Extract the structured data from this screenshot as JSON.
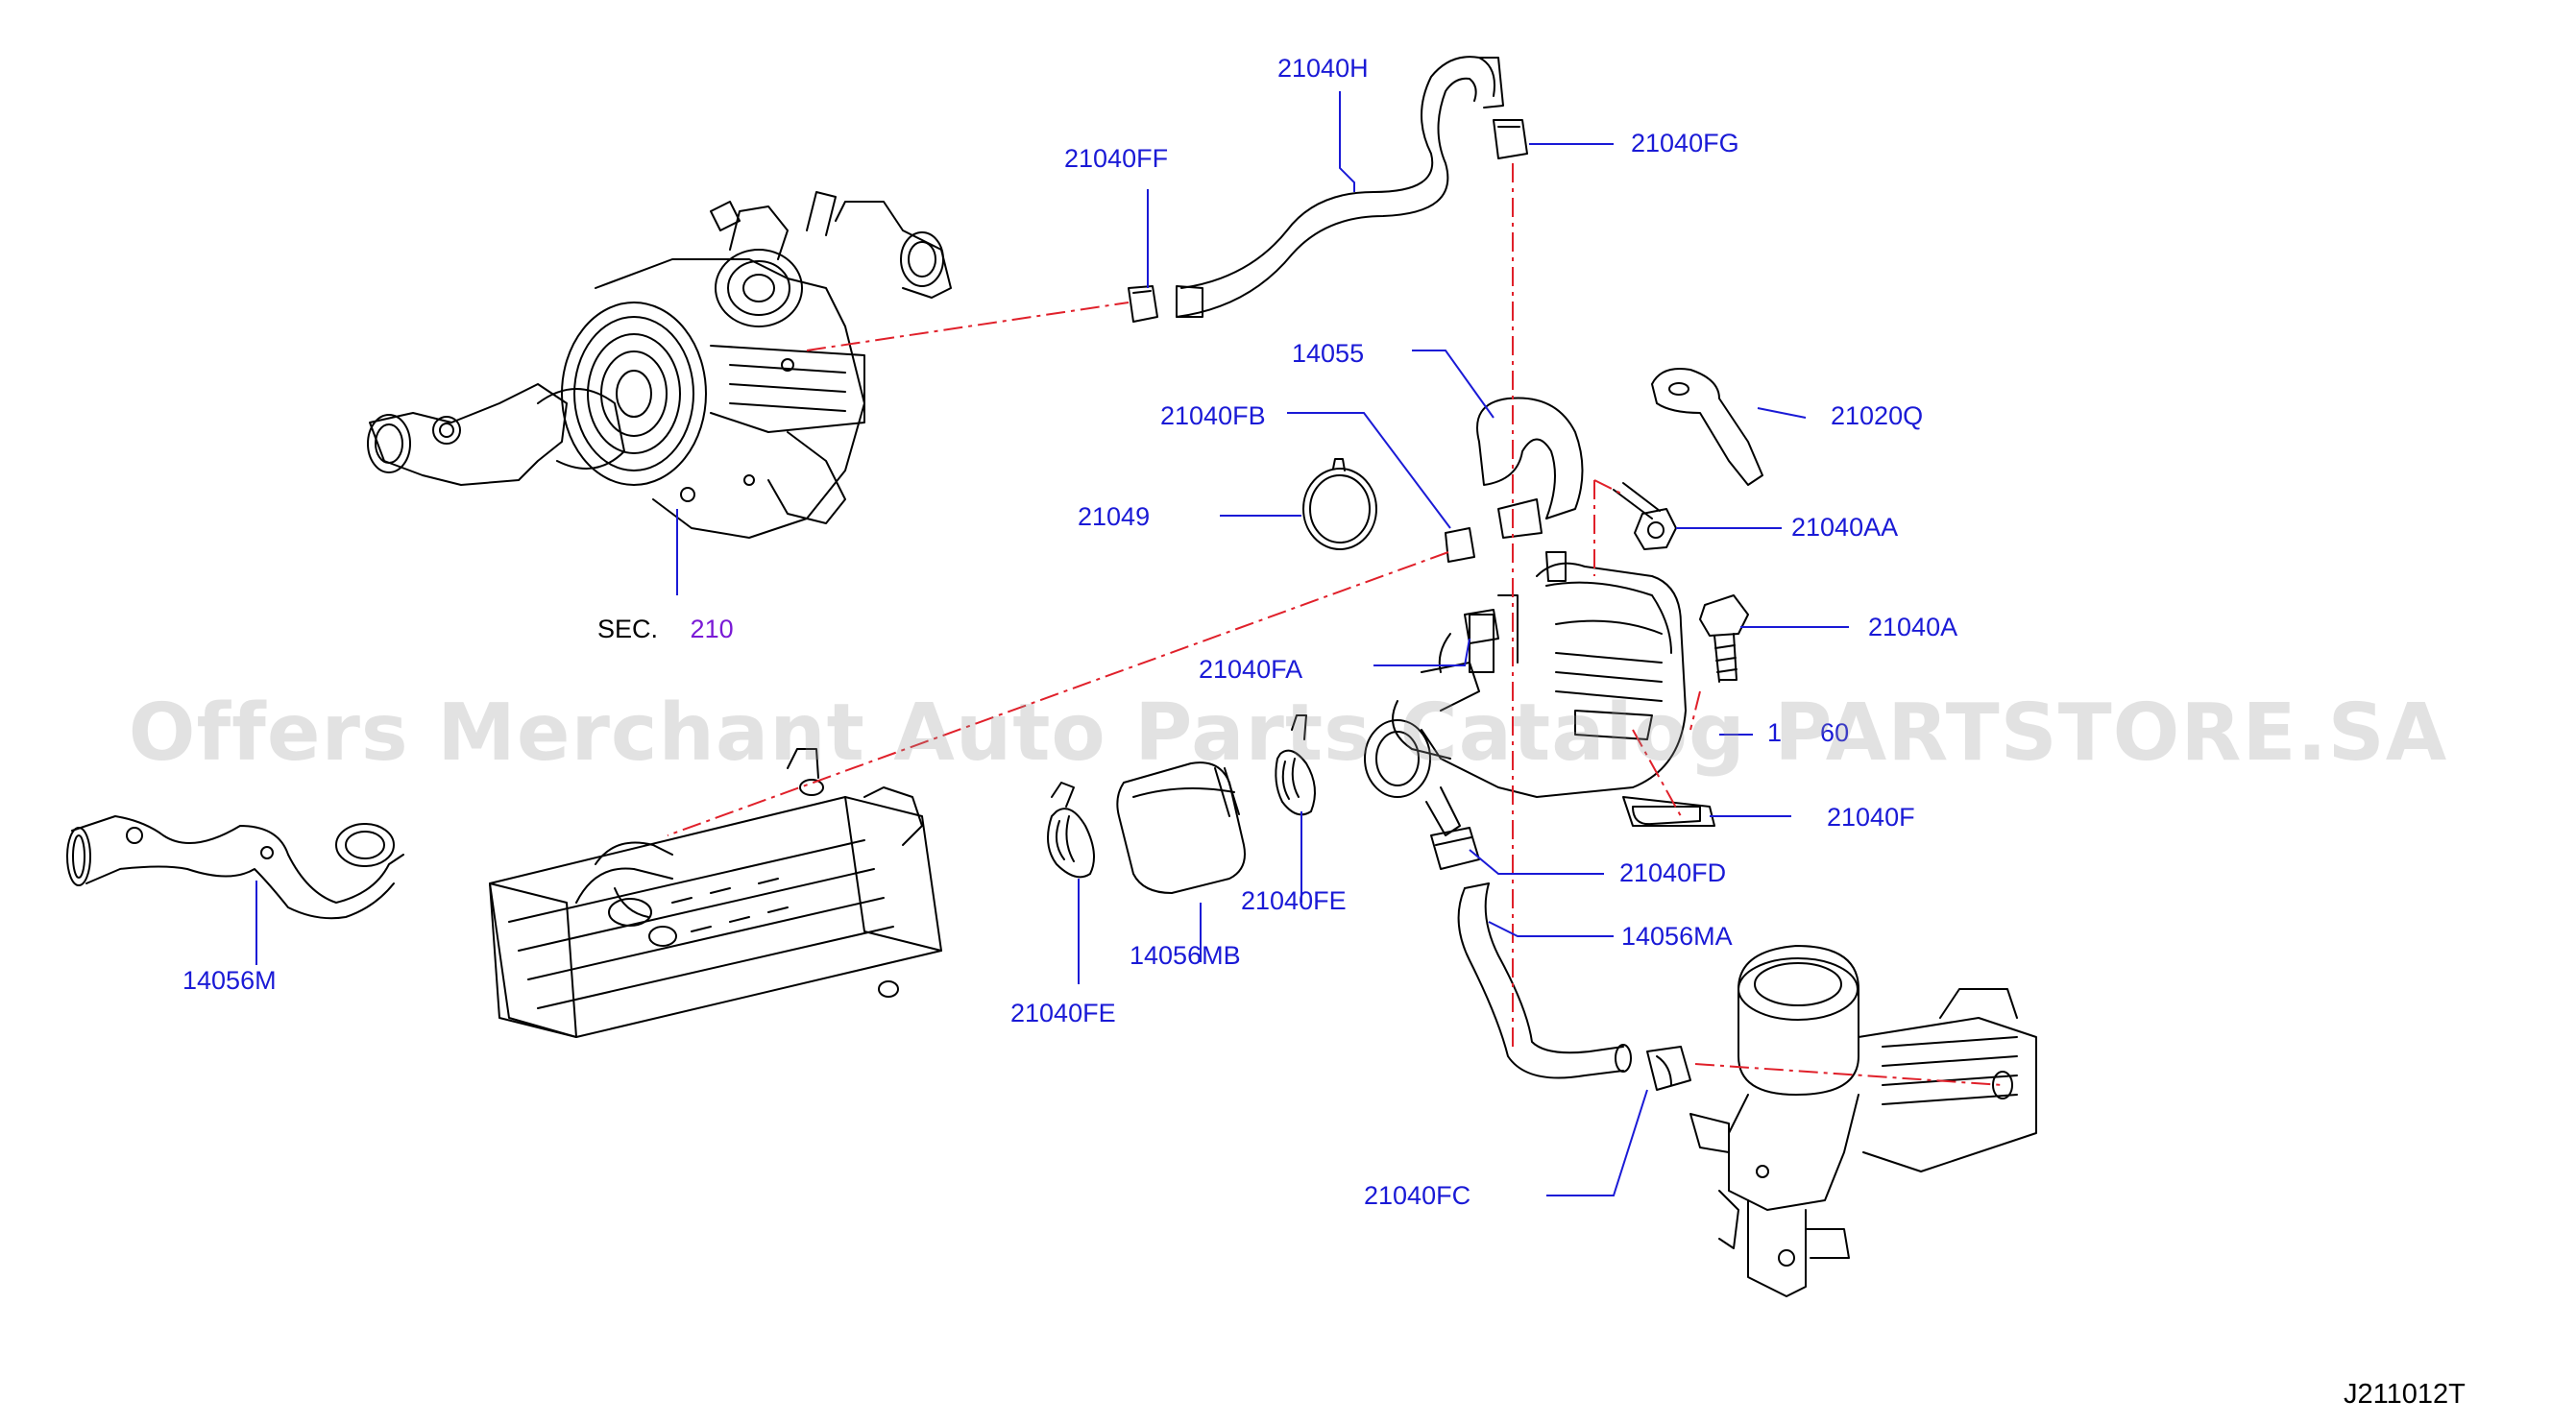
{
  "labels": {
    "p21040H": "21040H",
    "p21040FG": "21040FG",
    "p21040FF": "21040FF",
    "p14055": "14055",
    "p21040FB": "21040FB",
    "p21020Q": "21020Q",
    "p21049": "21049",
    "p21040AA": "21040AA",
    "p21040A": "21040A",
    "p21040FA": "21040FA",
    "p14056_partial": "1",
    "p14056_partial2": "6",
    "p14056_partial3": "0",
    "p21040F": "21040F",
    "p21040FD": "21040FD",
    "p21040FE_right": "21040FE",
    "p14056MA": "14056MA",
    "p14056MB": "14056MB",
    "p14056M": "14056M",
    "p21040FE_left": "21040FE",
    "p21040FC": "21040FC",
    "sec_prefix": "SEC.",
    "sec_number": "210"
  },
  "drawing_code": "J211012T",
  "watermark": "Offers Merchant Auto Parts Catalog PARTSTORE.SA",
  "colors": {
    "label": "#1a1ad6",
    "section_ref": "#7a1ad6",
    "leader": "#1a1ad6",
    "dashed_connector": "#e0202a",
    "linework": "#000000"
  }
}
